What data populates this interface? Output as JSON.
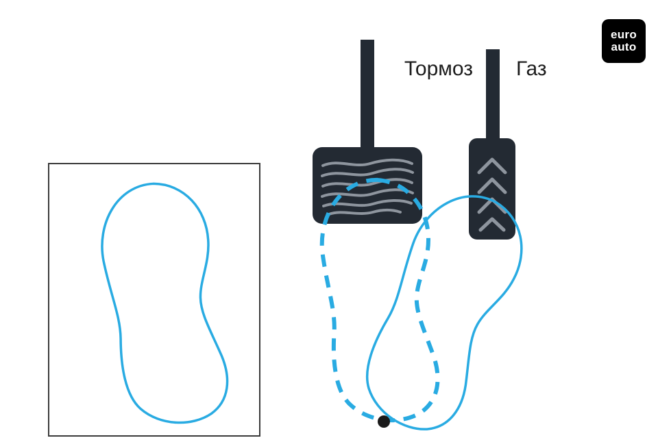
{
  "labels": {
    "brake": "Тормоз",
    "gas": "Газ"
  },
  "logo": {
    "line1": "euro",
    "line2": "auto"
  },
  "colors": {
    "accent_blue": "#29ABE2",
    "pedal_dark": "#232A33",
    "tread_gray": "#8E959E",
    "label_text": "#1C1C1C",
    "heel_dot": "#1A1A1A",
    "footprint_box_border": "#3A3A3A",
    "logo_bg": "#000000",
    "logo_text": "#FFFFFF",
    "background": "#FFFFFF"
  }
}
